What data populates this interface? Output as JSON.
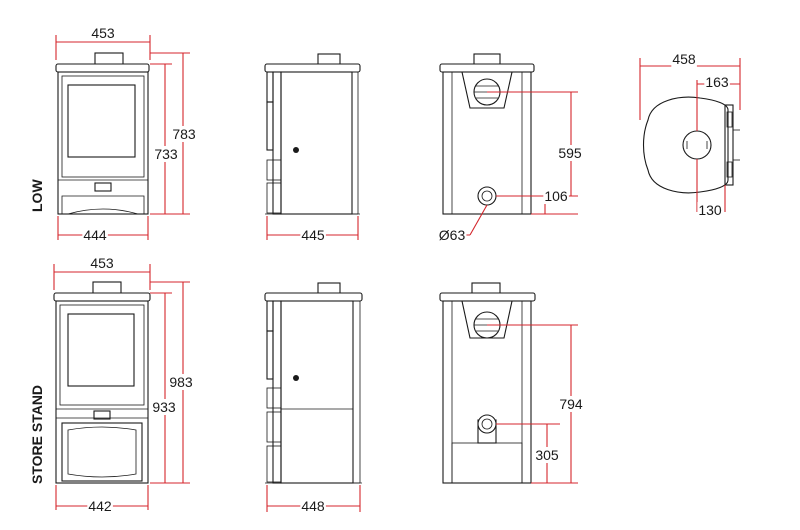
{
  "colors": {
    "dimension": "#d4262c",
    "outline": "#1a1a1a",
    "background": "#ffffff"
  },
  "rows": {
    "low": "LOW",
    "stand": "STORE STAND"
  },
  "low": {
    "front_width_top": "453",
    "front_height_outer": "783",
    "front_height_inner": "733",
    "front_width_bottom": "444",
    "side_depth": "445",
    "flue_rear_height": "595",
    "rear_outlet_height": "106",
    "outlet_diameter": "Ø63",
    "plan_depth": "458",
    "plan_flue_offset": "163",
    "plan_flue_side": "130"
  },
  "stand": {
    "front_width_top": "453",
    "front_height_outer": "983",
    "front_height_inner": "933",
    "front_width_bottom": "442",
    "side_depth": "448",
    "flue_rear_height": "794",
    "rear_outlet_height": "305"
  }
}
